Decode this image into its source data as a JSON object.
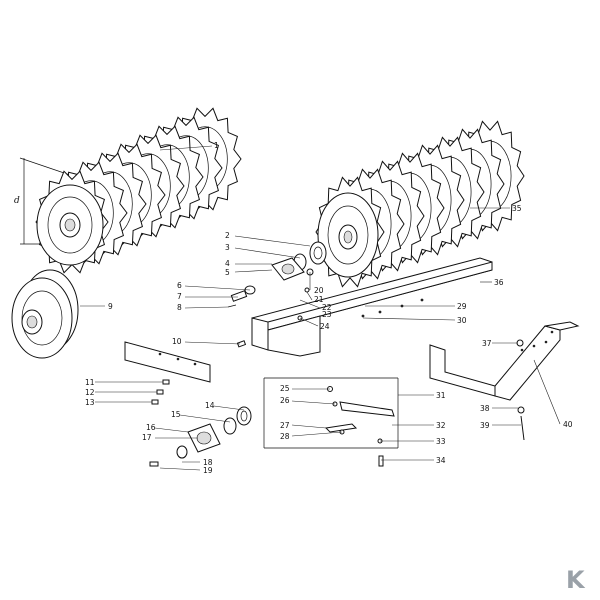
{
  "diagram": {
    "dimension_label": "d",
    "brand_mark": "K",
    "callouts": [
      {
        "id": "1",
        "text": "1"
      },
      {
        "id": "2",
        "text": "2"
      },
      {
        "id": "3",
        "text": "3"
      },
      {
        "id": "4",
        "text": "4"
      },
      {
        "id": "5",
        "text": "5"
      },
      {
        "id": "6",
        "text": "6"
      },
      {
        "id": "7",
        "text": "7"
      },
      {
        "id": "8",
        "text": "8"
      },
      {
        "id": "9",
        "text": "9"
      },
      {
        "id": "10",
        "text": "10"
      },
      {
        "id": "11",
        "text": "11"
      },
      {
        "id": "12",
        "text": "12"
      },
      {
        "id": "13",
        "text": "13"
      },
      {
        "id": "14",
        "text": "14"
      },
      {
        "id": "15",
        "text": "15"
      },
      {
        "id": "16",
        "text": "16"
      },
      {
        "id": "17",
        "text": "17"
      },
      {
        "id": "18",
        "text": "18"
      },
      {
        "id": "19",
        "text": "19"
      },
      {
        "id": "20",
        "text": "20"
      },
      {
        "id": "21",
        "text": "21"
      },
      {
        "id": "22",
        "text": "22"
      },
      {
        "id": "23",
        "text": "23"
      },
      {
        "id": "24",
        "text": "24"
      },
      {
        "id": "25",
        "text": "25"
      },
      {
        "id": "26",
        "text": "26"
      },
      {
        "id": "27",
        "text": "27"
      },
      {
        "id": "28",
        "text": "28"
      },
      {
        "id": "29",
        "text": "29"
      },
      {
        "id": "30",
        "text": "30"
      },
      {
        "id": "31",
        "text": "31"
      },
      {
        "id": "32",
        "text": "32"
      },
      {
        "id": "33",
        "text": "33"
      },
      {
        "id": "34",
        "text": "34"
      },
      {
        "id": "35",
        "text": "35"
      },
      {
        "id": "36",
        "text": "36"
      },
      {
        "id": "37",
        "text": "37"
      },
      {
        "id": "38",
        "text": "38"
      },
      {
        "id": "39",
        "text": "39"
      },
      {
        "id": "40",
        "text": "40"
      }
    ]
  }
}
